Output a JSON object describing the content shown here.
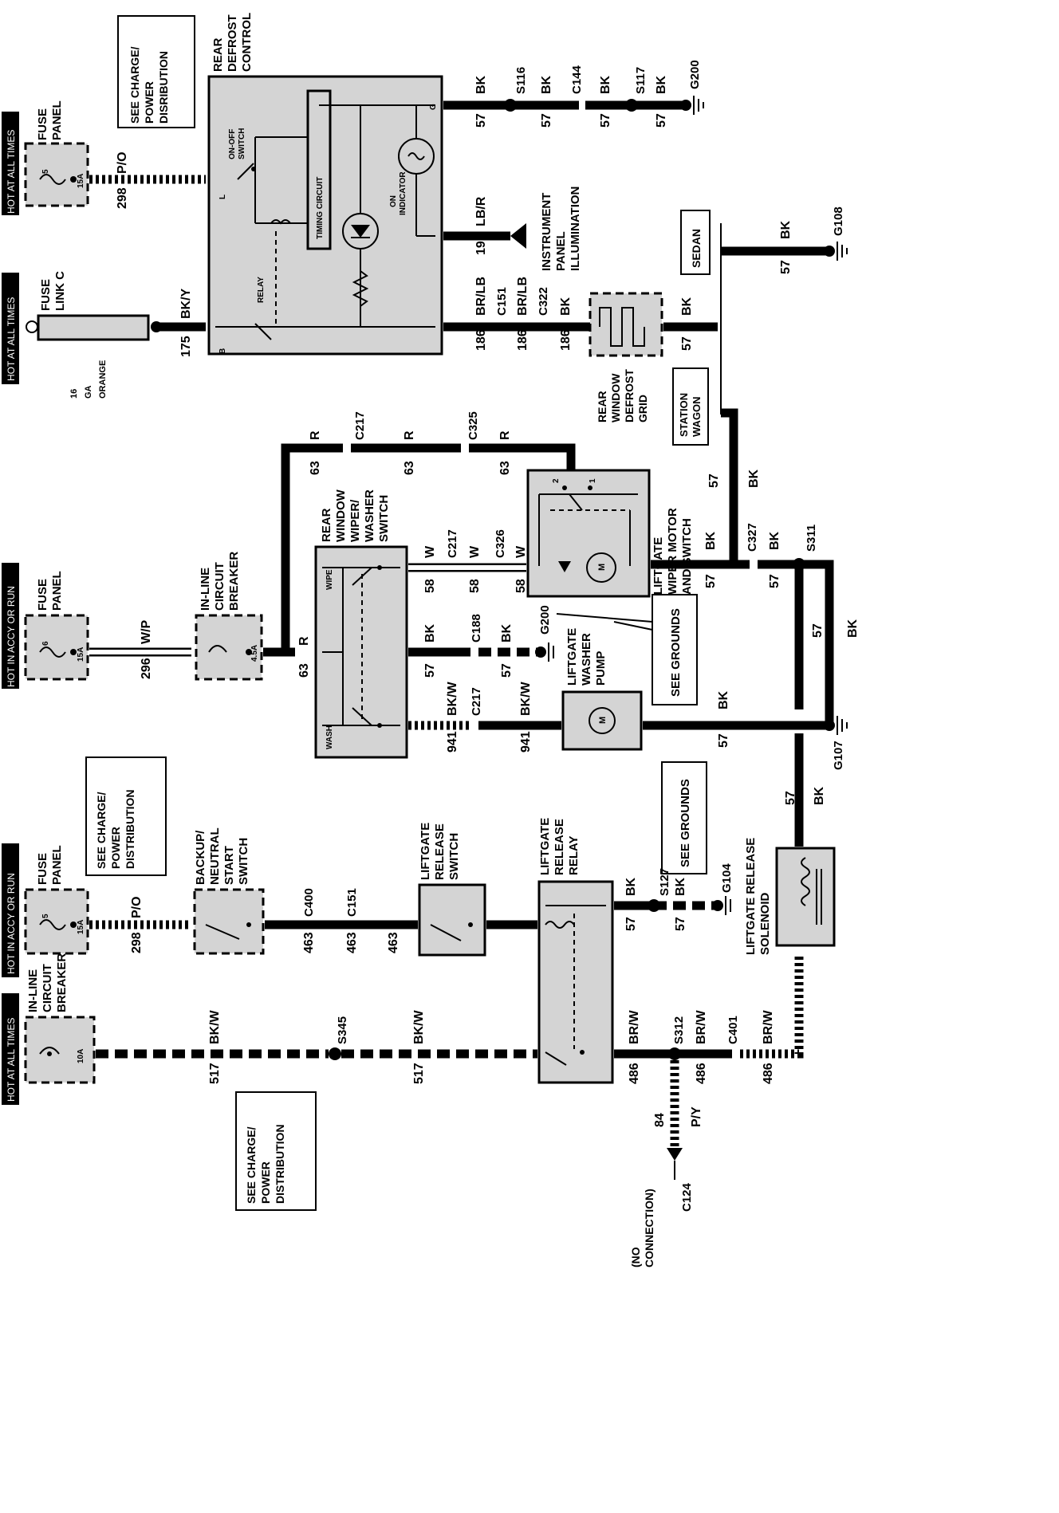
{
  "hot_labels": {
    "hot_always_1": "HOT AT ALL TIMES",
    "hot_always_2": "HOT AT ALL TIMES",
    "hot_accy_1": "HOT IN ACCY OR RUN",
    "hot_accy_2": "HOT IN ACCY OR RUN",
    "hot_always_3": "HOT AT ALL TIMES"
  },
  "components": {
    "fuse_panel_a": "FUSE\nPANEL",
    "fuse_panel_a_fuse": "5",
    "fuse_panel_a_rating": "15A",
    "fuse_link_c": "FUSE\nLINK C",
    "fuse_link_c_spec": "16\nGA\nORANGE",
    "fuse_panel_b": "FUSE\nPANEL",
    "fuse_panel_b_fuse": "6",
    "fuse_panel_b_rating": "15A",
    "inline_cb_a": "IN-LINE\nCIRCUIT\nBREAKER",
    "inline_cb_a_rating": "4.5A",
    "fuse_panel_c": "FUSE\nPANEL",
    "fuse_panel_c_fuse": "5",
    "fuse_panel_c_rating": "15A",
    "inline_cb_b": "IN-LINE\nCIRCUIT\nBREAKER",
    "inline_cb_b_rating": "10A",
    "rear_defrost_control": "REAR\nDEFROST\nCONTROL",
    "on_off_switch": "ON-OFF\nSWITCH",
    "timing_circuit": "TIMING CIRCUIT",
    "on_indicator": "ON\nINDICATOR",
    "relay": "RELAY",
    "pin_l": "L",
    "pin_b": "B",
    "pin_g": "G",
    "instrument_panel_illum": "INSTRUMENT\nPANEL\nILLUMINATION",
    "rear_window_defrost_grid": "REAR\nWINDOW\nDEFROST\nGRID",
    "sedan": "SEDAN",
    "station_wagon": "STATION\nWAGON",
    "rear_wiper_switch": "REAR\nWINDOW\nWIPER/\nWASHER\nSWITCH",
    "wipe": "WIPE",
    "wash": "WASH",
    "liftgate_wiper_motor": "LIFTGATE\nWIPER MOTOR\nAND SWITCH",
    "wiper_pin_2": "2",
    "wiper_pin_1": "1",
    "motor_m1": "M",
    "motor_m2": "M",
    "liftgate_washer_pump": "LIFTGATE\nWASHER\nPUMP",
    "see_grounds_1": "SEE GROUNDS",
    "see_grounds_2": "SEE GROUNDS",
    "see_charge_1": "SEE CHARGE/\nPOWER\nDISRIBUTION",
    "see_charge_2": "SEE CHARGE/\nPOWER\nDISTRIBUTION",
    "see_charge_3": "SEE CHARGE/\nPOWER\nDISTRIBUTION",
    "backup_switch": "BACKUP/\nNEUTRAL\nSTART\nSWITCH",
    "liftgate_release_switch": "LIFTGATE\nRELEASE\nSWITCH",
    "liftgate_release_relay": "LIFTGATE\nRELEASE\nRELAY",
    "liftgate_release_solenoid": "LIFTGATE RELEASE\nSOLENOID",
    "no_connection": "(NO\nCONNECTION)"
  },
  "wires": {
    "w298a_num": "298",
    "w298a_col": "P/O",
    "w175_num": "175",
    "w175_col": "BK/Y",
    "w296_num": "296",
    "w296_col": "W/P",
    "w298b_num": "298",
    "w298b_col": "P/O",
    "w517a_num": "517",
    "w517a_col": "BK/W",
    "w517b_num": "517",
    "w517b_col": "BK/W",
    "w57_s116_num": "57",
    "w57_s116_col": "BK",
    "w57_c144_num": "57",
    "w57_c144_col": "BK",
    "w57_s117_num": "57",
    "w57_s117_col": "BK",
    "w57_g200_num": "57",
    "w57_g200_col": "BK",
    "w19_num": "19",
    "w19_col": "LB/R",
    "w186a_num": "186",
    "w186a_col": "BR/LB",
    "w186b_num": "186",
    "w186b_col": "BR/LB",
    "w186c_num": "186",
    "w186c_col": "BK",
    "w57_grid_num": "57",
    "w57_grid_col": "BK",
    "w57_g108_num": "57",
    "w57_g108_col": "BK",
    "w63a_num": "63",
    "w63a_col": "R",
    "w63b_num": "63",
    "w63b_col": "R",
    "w63c_num": "63",
    "w63c_col": "R",
    "w63d_num": "63",
    "w63d_col": "R",
    "w58a_num": "58",
    "w58a_col": "W",
    "w58b_num": "58",
    "w58b_col": "W",
    "w58c_num": "58",
    "w58c_col": "W",
    "w57_sw_num": "57",
    "w57_sw_col": "BK",
    "w57_c188_num": "57",
    "w57_c188_col": "BK",
    "w941a_num": "941",
    "w941a_col": "BK/W",
    "w941b_num": "941",
    "w941b_col": "BK/W",
    "w57_c327a_num": "57",
    "w57_c327a_col": "BK",
    "w57_c327b_num": "57",
    "w57_c327b_col": "BK",
    "w57_wag_num": "57",
    "w57_wag_col": "BK",
    "w57_s311_num": "57",
    "w57_s311_col": "BK",
    "w57_pump_num": "57",
    "w57_pump_col": "BK",
    "w57_sol_num": "57",
    "w57_sol_col": "BK",
    "w463a_num": "463",
    "w463b_num": "463",
    "w463c_num": "463",
    "w57_s127a_num": "57",
    "w57_s127a_col": "BK",
    "w57_s127b_num": "57",
    "w57_s127b_col": "BK",
    "w486a_num": "486",
    "w486a_col": "BR/W",
    "w486b_num": "486",
    "w486b_col": "BR/W",
    "w486c_num": "486",
    "w486c_col": "BR/W",
    "w84_num": "84",
    "w84_col": "P/Y"
  },
  "connectors": {
    "s116": "S116",
    "c144": "C144",
    "s117": "S117",
    "g200a": "G200",
    "g108": "G108",
    "c151a": "C151",
    "c322": "C322",
    "c217a": "C217",
    "c325": "C325",
    "c217b": "C217",
    "c326": "C326",
    "c188": "C188",
    "g200b": "G200",
    "c217c": "C217",
    "c327": "C327",
    "s311": "S311",
    "g107": "G107",
    "s345": "S345",
    "c400": "C400",
    "c151b": "C151",
    "s127": "S127",
    "g104": "G104",
    "s312": "S312",
    "c401": "C401",
    "c124": "C124"
  }
}
